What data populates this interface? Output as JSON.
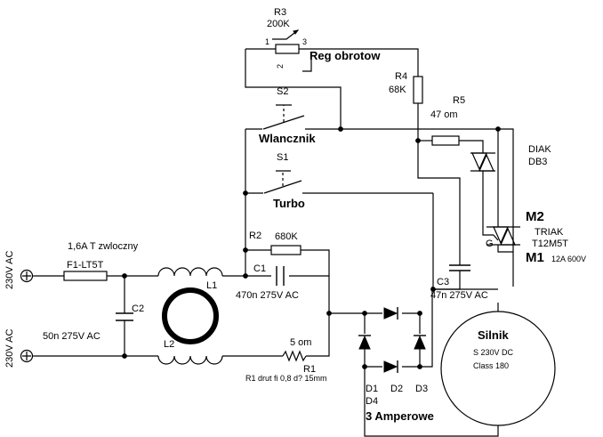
{
  "labels": {
    "r3_name": "R3",
    "r3_value": "200K",
    "r3_pin1": "1",
    "r3_pin2": "2",
    "r3_pin3": "3",
    "reg": "Reg obrotow",
    "r4_name": "R4",
    "r4_value": "68K",
    "s2": "S2",
    "r5_name": "R5",
    "r5_value": "47 om",
    "wlacznik": "Wlancznik",
    "diak": "DIAK",
    "diak_type": "DB3",
    "s1": "S1",
    "turbo": "Turbo",
    "m2": "M2",
    "triak": "TRIAK",
    "triak_type": "T12M5T",
    "gate": "G",
    "m1": "M1",
    "triak_rating": "12A 600V",
    "fuse_value": "1,6A T zwloczny",
    "fuse_name": "F1-LT5T",
    "r2_name": "R2",
    "r2_value": "680K",
    "c1_name": "C1",
    "c1_value": "470n 275V AC",
    "c3_name": "C3",
    "c3_value": "47n 275V AC",
    "l1": "L1",
    "l2": "L2",
    "c2_name": "C2",
    "c2_value": "50n 275V AC",
    "input_top": "230V AC",
    "input_bottom": "230V AC",
    "r1_value": "5 om",
    "r1_name": "R1",
    "r1_note": "R1 drut fi 0,8 d? 15mm",
    "motor": "Silnik",
    "motor_spec": "S 230V DC",
    "motor_class": "Class 180",
    "d1": "D1",
    "d2": "D2",
    "d3": "D3",
    "d4": "D4",
    "diodes_rating": "3 Amperowe"
  }
}
